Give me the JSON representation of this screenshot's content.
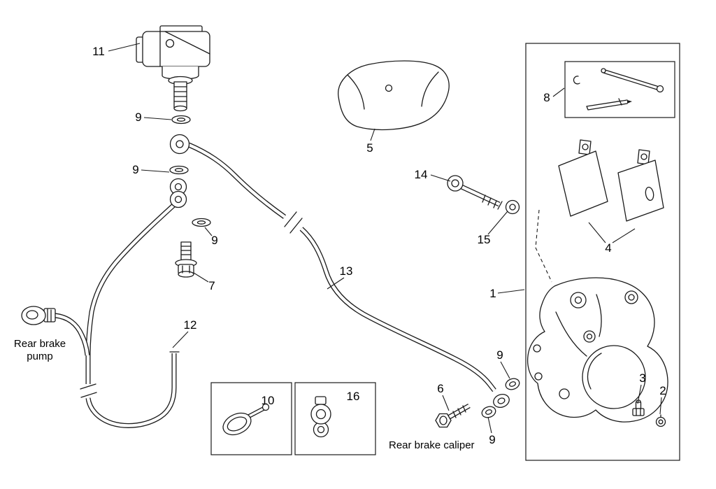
{
  "diagram": {
    "background": "#ffffff",
    "line_color": "#1a1a1a",
    "text_color": "#000000",
    "captions": {
      "pump_line1": "Rear brake",
      "pump_line2": "pump",
      "caliper": "Rear brake caliper"
    },
    "part_numbers": {
      "p1": "1",
      "p2": "2",
      "p3": "3",
      "p4": "4",
      "p5": "5",
      "p6": "6",
      "p7": "7",
      "p8": "8",
      "p9_a": "9",
      "p9_b": "9",
      "p9_c": "9",
      "p9_d": "9",
      "p9_e": "9",
      "p10": "10",
      "p11": "11",
      "p12": "12",
      "p13": "13",
      "p14": "14",
      "p15": "15",
      "p16": "16"
    }
  }
}
